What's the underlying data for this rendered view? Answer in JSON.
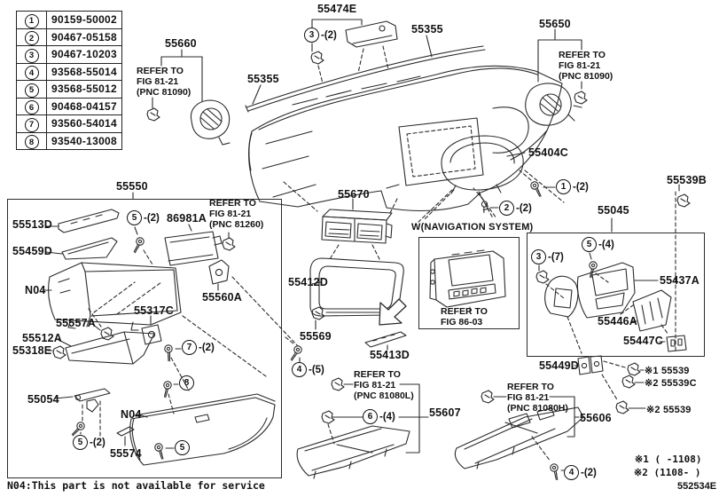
{
  "ref_table": {
    "rows": [
      {
        "num": "1",
        "part": "90159-50002"
      },
      {
        "num": "2",
        "part": "90467-05158"
      },
      {
        "num": "3",
        "part": "90467-10203"
      },
      {
        "num": "4",
        "part": "93568-55014"
      },
      {
        "num": "5",
        "part": "93568-55012"
      },
      {
        "num": "6",
        "part": "90468-04157"
      },
      {
        "num": "7",
        "part": "93560-54014"
      },
      {
        "num": "8",
        "part": "93540-13008"
      }
    ]
  },
  "labels": {
    "p55474e": "55474E",
    "p55355a": "55355",
    "p55355b": "55355",
    "p55660": "55660",
    "p55650": "55650",
    "p55404c": "55404C",
    "p55539b": "55539B",
    "p55045": "55045",
    "p55550": "55550",
    "p55670": "55670",
    "p55513d": "55513D",
    "p86981a": "86981A",
    "p55459d": "55459D",
    "n04": "N04",
    "p55560a": "55560A",
    "p55317c": "55317C",
    "p55557a": "55557A",
    "p55512a": "55512A",
    "p55318e": "55318E",
    "p55412d": "55412D",
    "p55437a": "55437A",
    "p55446a": "55446A",
    "p55447c": "55447C",
    "p55569": "55569",
    "p55413d": "55413D",
    "p55054": "55054",
    "n04b": "N04",
    "p55574": "55574",
    "p55607": "55607",
    "p55449d": "55449D",
    "p55539_1": "※1 55539",
    "p55539c": "※2 55539C",
    "p55539_2": "※2 55539",
    "p55606": "55606",
    "nav_title": "W(NAVIGATION SYSTEM)"
  },
  "callouts": {
    "c3a": {
      "num": "3",
      "qty": "-(2)"
    },
    "c1": {
      "num": "1",
      "qty": "-(2)"
    },
    "c2": {
      "num": "2",
      "qty": "-(2)"
    },
    "c5a": {
      "num": "5",
      "qty": "-(2)"
    },
    "c3b": {
      "num": "3",
      "qty": "-(7)"
    },
    "c5b": {
      "num": "5",
      "qty": "-(4)"
    },
    "c7": {
      "num": "7",
      "qty": "-(2)"
    },
    "c8": {
      "num": "8",
      "qty": ""
    },
    "c4a": {
      "num": "4",
      "qty": "-(5)"
    },
    "c5c": {
      "num": "5",
      "qty": "-(2)"
    },
    "c5d": {
      "num": "5",
      "qty": ""
    },
    "c6": {
      "num": "6",
      "qty": "-(4)"
    },
    "c4b": {
      "num": "4",
      "qty": "-(2)"
    }
  },
  "refer": {
    "r81090l": {
      "l1": "REFER TO",
      "l2": "FIG 81-21",
      "l3": "(PNC 81090)"
    },
    "r81090r": {
      "l1": "REFER TO",
      "l2": "FIG 81-21",
      "l3": "(PNC 81090)"
    },
    "r81260": {
      "l1": "REFER TO",
      "l2": "FIG 81-21",
      "l3": "(PNC 81260)"
    },
    "r8603": {
      "l1": "REFER TO",
      "l2": "FIG 86-03",
      "l3": ""
    },
    "r81080l": {
      "l1": "REFER TO",
      "l2": "FIG 81-21",
      "l3": "(PNC 81080L)"
    },
    "r81080h": {
      "l1": "REFER TO",
      "l2": "FIG 81-21",
      "l3": "(PNC 81080H)"
    }
  },
  "notes": {
    "footer": "N04:This part is not available for service",
    "star1": "※1 (    -1108)",
    "star2": "※2 (1108-    )",
    "doc_code": "552534E"
  }
}
